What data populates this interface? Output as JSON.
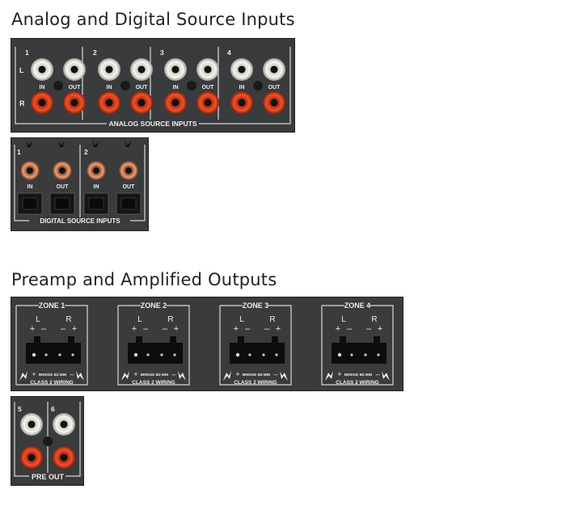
{
  "sections": {
    "inputs_title": "Analog and Digital Source Inputs",
    "outputs_title": "Preamp and Amplified Outputs"
  },
  "analog": {
    "label": "ANALOG SOURCE INPUTS",
    "row_left": "L",
    "row_right": "R",
    "groups": [
      {
        "number": "1",
        "in": "IN",
        "out": "OUT"
      },
      {
        "number": "2",
        "in": "IN",
        "out": "OUT"
      },
      {
        "number": "3",
        "in": "IN",
        "out": "OUT"
      },
      {
        "number": "4",
        "in": "IN",
        "out": "OUT"
      }
    ]
  },
  "digital": {
    "label": "DIGITAL SOURCE INPUTS",
    "groups": [
      {
        "number": "1",
        "in": "IN",
        "out": "OUT"
      },
      {
        "number": "2",
        "in": "IN",
        "out": "OUT"
      }
    ]
  },
  "zones": [
    {
      "name": "ZONE 1",
      "left": "L",
      "right": "R",
      "bridge": "BRIDGE 8Ω MIN",
      "wiring": "CLASS 2 WIRING"
    },
    {
      "name": "ZONE 2",
      "left": "L",
      "right": "R",
      "bridge": "BRIDGE 8Ω MIN",
      "wiring": "CLASS 2 WIRING"
    },
    {
      "name": "ZONE 3",
      "left": "L",
      "right": "R",
      "bridge": "BRIDGE 8Ω MIN",
      "wiring": "CLASS 2 WIRING"
    },
    {
      "name": "ZONE 4",
      "left": "L",
      "right": "R",
      "bridge": "BRIDGE 8Ω MIN",
      "wiring": "CLASS 2 WIRING"
    }
  ],
  "polarity": {
    "plus": "+",
    "minus": "–"
  },
  "preout": {
    "label": "PRE OUT",
    "channels": [
      "5",
      "6"
    ]
  },
  "colors": {
    "panel": "#3a3b3d",
    "line": "#d8d8d8",
    "jack_white": "#f4f4ee",
    "jack_red": "#e0431f",
    "text": "#eeeeee"
  }
}
